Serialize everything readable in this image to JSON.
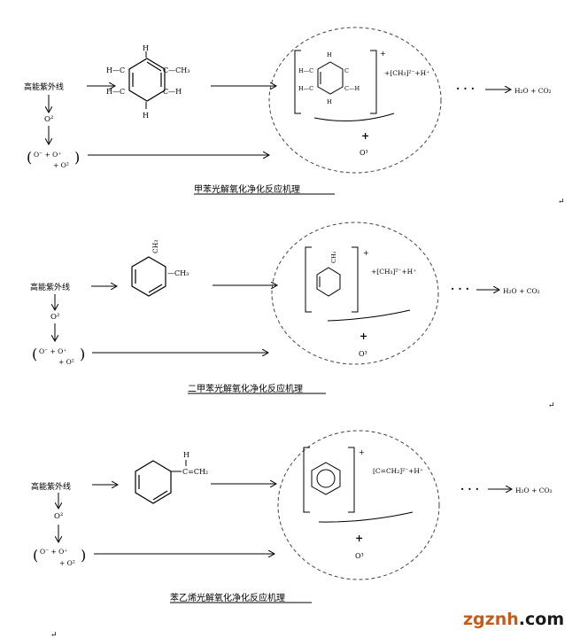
{
  "labels": {
    "uv": "高能紫外线",
    "o2": "O²",
    "ions_line1": "O⁻ + O⁺",
    "ions_line2": "+ O²",
    "o3": "O³",
    "plus": "+",
    "ellipsis": "· · ·",
    "products": "H₂O + CO₂"
  },
  "panels": [
    {
      "caption": "甲苯光解氧化净化反应机理",
      "fragment": "+[CH₃]²⁻+H⁺",
      "bracket_charge": "+",
      "molecule": {
        "left_top": "H—C",
        "left_bottom": "H—C",
        "right_top": "C—CH₃",
        "right_bottom": "C—H",
        "top": "H",
        "bottom": "H"
      }
    },
    {
      "caption": "二甲苯光解氧化净化反应机理",
      "fragment": "+[CH₃]²⁻+H⁺",
      "bracket_charge": "+",
      "molecule": {
        "substituent": "—CH₃",
        "top_group": "CH₃"
      }
    },
    {
      "caption": "苯乙烯光解氧化净化反应机理",
      "fragment": "[C=CH₂]²⁻+H⁺",
      "bracket_charge": "+",
      "molecule": {
        "h": "H",
        "vinyl": "C=CH₂"
      }
    }
  ],
  "paragraph_mark": "↵",
  "watermark": {
    "part1": "zgznh",
    "part2": ".com"
  },
  "colors": {
    "watermark_main": "#c65a1b",
    "watermark_dot": "#1a1a1a",
    "line": "#000000",
    "dashed": "#444444"
  }
}
